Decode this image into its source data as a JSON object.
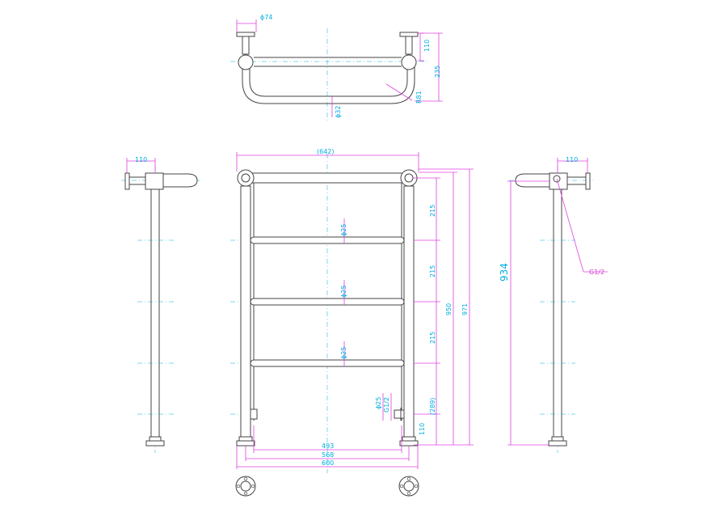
{
  "top_view": {
    "dia_top": "ϕ74",
    "dim_110": "110",
    "dim_235": "235",
    "dim_r81": "R81",
    "dia_32": "ϕ32"
  },
  "left_view": {
    "dim_110": "110"
  },
  "front_view": {
    "width_642": "(642)",
    "rail1_dia": "ϕ25",
    "rail2_dia": "ϕ25",
    "rail3_dia": "ϕ25",
    "valve_dia": "ϕ25",
    "valve_thread": "G1/2",
    "spacing1": "215",
    "spacing2": "215",
    "spacing3": "215",
    "spacing4": "(289)",
    "spacing5": "110",
    "height_950": "950",
    "height_971": "971",
    "width_493": "493",
    "width_568": "568",
    "width_600": "600"
  },
  "right_view": {
    "dim_110": "110",
    "height_934": "934",
    "thread": "G1/2"
  }
}
